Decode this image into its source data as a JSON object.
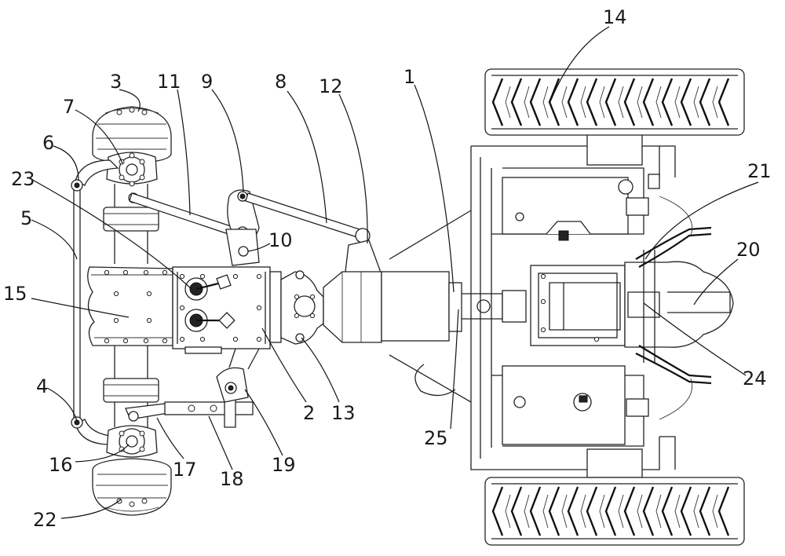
{
  "figure": {
    "description_labels": [
      {
        "id": "1",
        "text": "1"
      },
      {
        "id": "2",
        "text": "2"
      },
      {
        "id": "3",
        "text": "3"
      },
      {
        "id": "4",
        "text": "4"
      },
      {
        "id": "5",
        "text": "5"
      },
      {
        "id": "6",
        "text": "6"
      },
      {
        "id": "7",
        "text": "7"
      },
      {
        "id": "8",
        "text": "8"
      },
      {
        "id": "9",
        "text": "9"
      },
      {
        "id": "10",
        "text": "10"
      },
      {
        "id": "11",
        "text": "11"
      },
      {
        "id": "12",
        "text": "12"
      },
      {
        "id": "13",
        "text": "13"
      },
      {
        "id": "14",
        "text": "14"
      },
      {
        "id": "15",
        "text": "15"
      },
      {
        "id": "16",
        "text": "16"
      },
      {
        "id": "17",
        "text": "17"
      },
      {
        "id": "18",
        "text": "18"
      },
      {
        "id": "19",
        "text": "19"
      },
      {
        "id": "20",
        "text": "20"
      },
      {
        "id": "21",
        "text": "21"
      },
      {
        "id": "22",
        "text": "22"
      },
      {
        "id": "23",
        "text": "23"
      },
      {
        "id": "24",
        "text": "24"
      },
      {
        "id": "25",
        "text": "25"
      }
    ]
  }
}
